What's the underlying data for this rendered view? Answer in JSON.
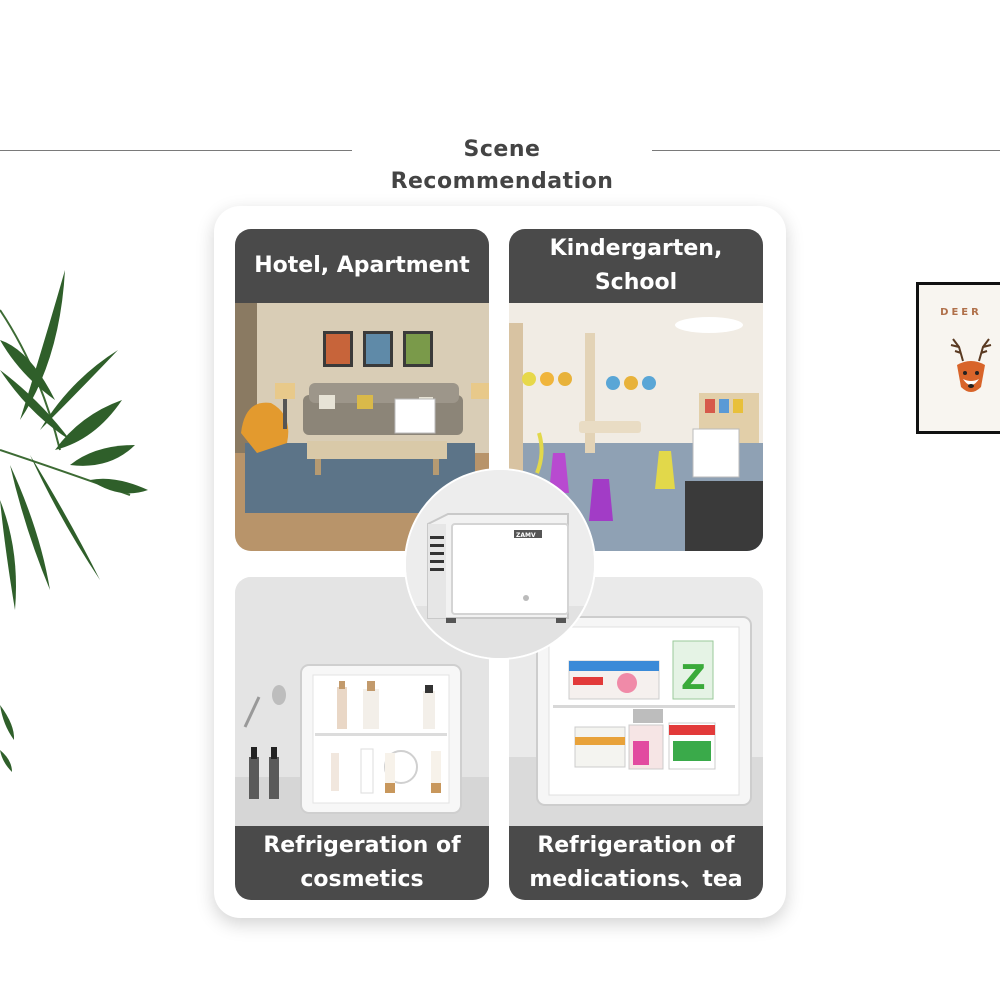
{
  "heading": "Scene Recommendation",
  "frame": {
    "text": "DEER",
    "icon": "deer-icon"
  },
  "scenes": [
    {
      "label": "Hotel, Apartment"
    },
    {
      "label": "Kindergarten, School"
    },
    {
      "label": "Refrigeration of cosmetics"
    },
    {
      "label": "Refrigeration of medications、tea"
    }
  ],
  "fridge_badge": "ZAMV",
  "colors": {
    "label_bg": "#4a4a4a",
    "heading_text": "#444444",
    "rule": "#7a7a7a"
  }
}
